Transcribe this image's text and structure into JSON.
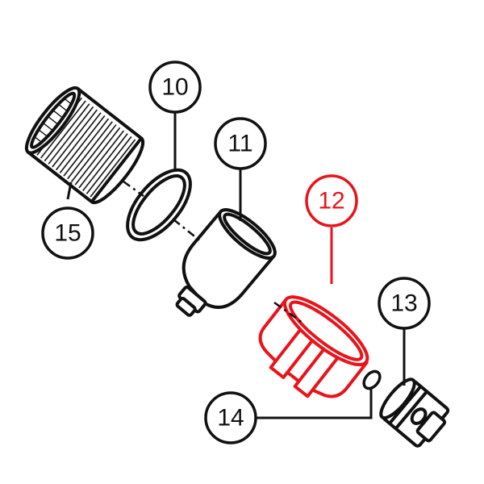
{
  "diagram": {
    "colors": {
      "ink": "#111111",
      "highlight": "#e8141b",
      "background": "#ffffff"
    },
    "callouts": [
      {
        "id": "c10",
        "label": "10",
        "part": "o-ring"
      },
      {
        "id": "c11",
        "label": "11",
        "part": "filter-housing"
      },
      {
        "id": "c12",
        "label": "12",
        "part": "bowl-cap",
        "highlighted": true
      },
      {
        "id": "c13",
        "label": "13",
        "part": "drain-valve"
      },
      {
        "id": "c14",
        "label": "14",
        "part": "small-o-ring"
      },
      {
        "id": "c15",
        "label": "15",
        "part": "filter-screen"
      }
    ]
  }
}
